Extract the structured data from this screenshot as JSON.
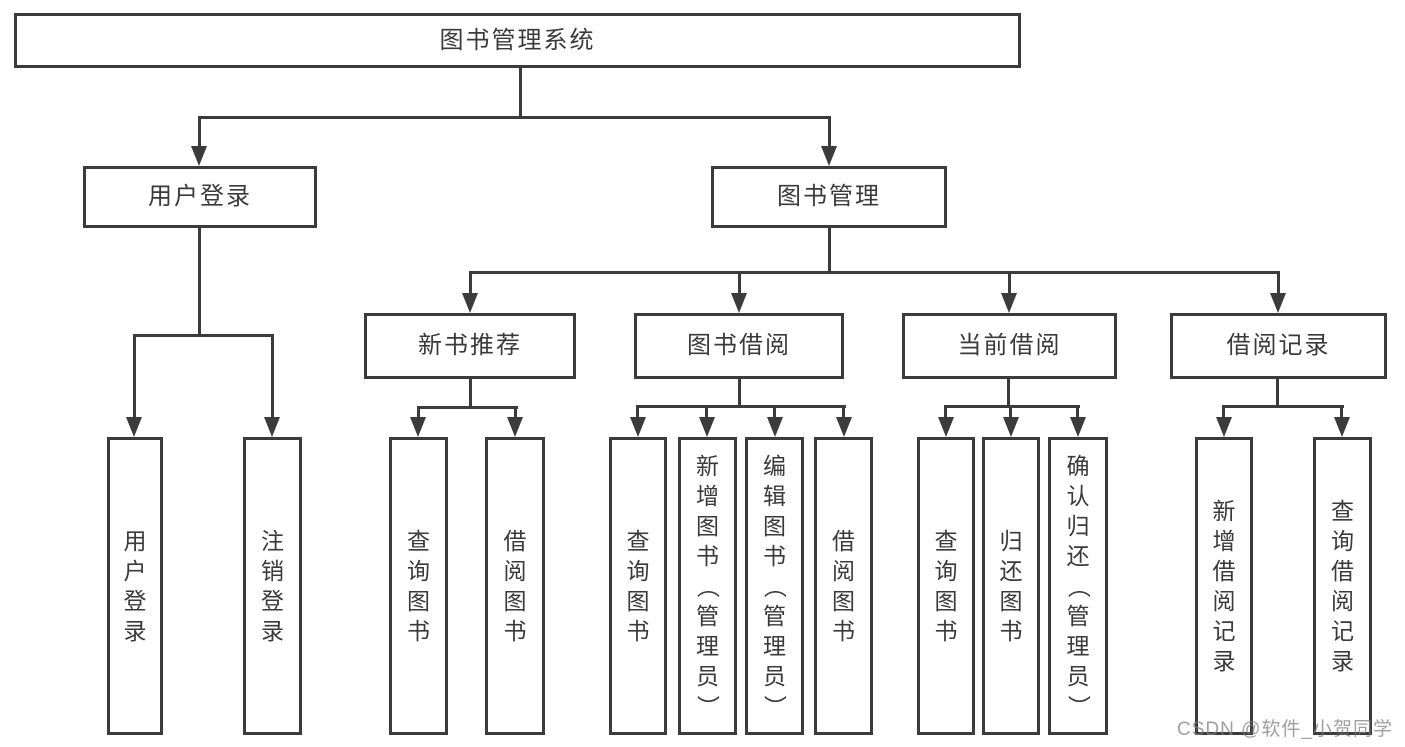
{
  "diagram_title": "图书管理系统",
  "colors": {
    "line": "#3b3b3b",
    "text": "#3a3a3a",
    "background": "#ffffff",
    "watermark": "#a9a9a9"
  },
  "watermark": "CSDN @软件_小贺同学",
  "tree": {
    "root": {
      "label": "图书管理系统"
    },
    "user_login": {
      "label": "用户登录",
      "children": [
        {
          "label": "用户登录"
        },
        {
          "label": "注销登录"
        }
      ]
    },
    "book_mgmt": {
      "label": "图书管理",
      "children": [
        {
          "label": "新书推荐",
          "children": [
            {
              "label": "查询图书"
            },
            {
              "label": "借阅图书"
            }
          ]
        },
        {
          "label": "图书借阅",
          "children": [
            {
              "label": "查询图书"
            },
            {
              "label": "新增图书（管理员）"
            },
            {
              "label": "编辑图书（管理员）"
            },
            {
              "label": "借阅图书"
            }
          ]
        },
        {
          "label": "当前借阅",
          "children": [
            {
              "label": "查询图书"
            },
            {
              "label": "归还图书"
            },
            {
              "label": "确认归还（管理员）"
            }
          ]
        },
        {
          "label": "借阅记录",
          "children": [
            {
              "label": "新增借阅记录"
            },
            {
              "label": "查询借阅记录"
            }
          ]
        }
      ]
    }
  }
}
